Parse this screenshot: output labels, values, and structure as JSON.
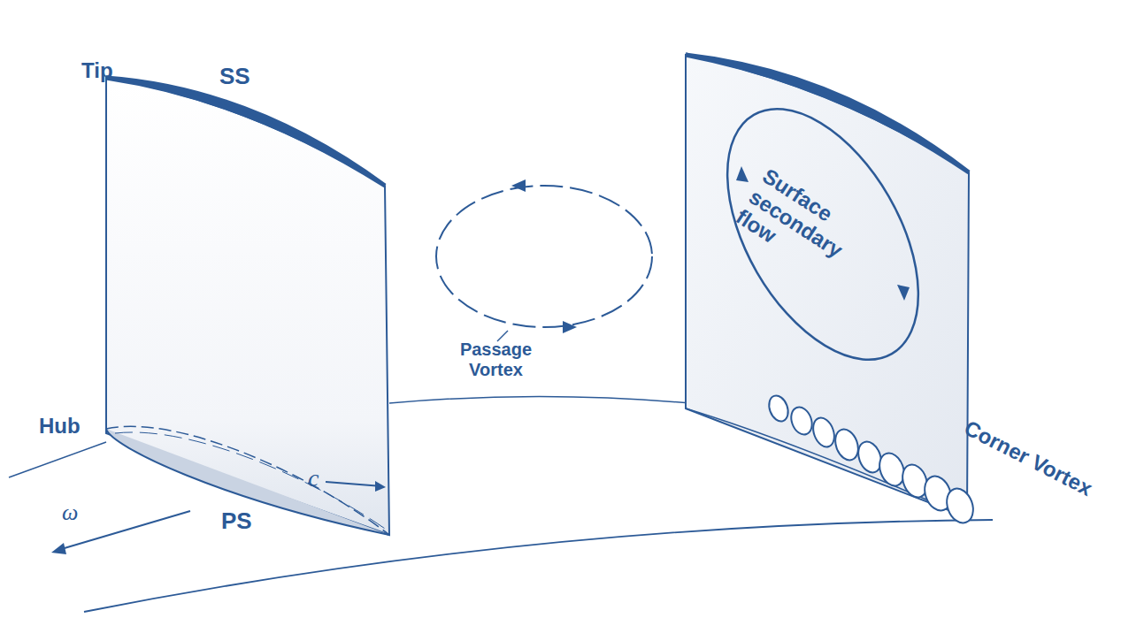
{
  "diagram": {
    "labels": [
      "Tip",
      "SS",
      "Hub",
      "c",
      "PS",
      "ω",
      "Passage Vortex",
      "Surface secondary flow",
      "Corner Vortex"
    ]
  }
}
